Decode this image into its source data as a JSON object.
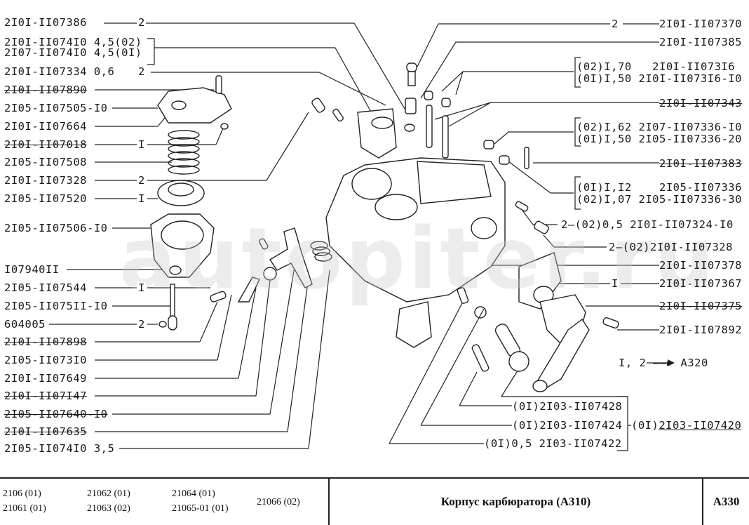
{
  "diagram": {
    "watermark": "autopiter.ru",
    "left_labels": [
      {
        "text": "2I0I-II07386",
        "qty": "2",
        "struck": false
      },
      {
        "text": "2I0I-II074I0 4,5(02)",
        "qty": "",
        "struck": false
      },
      {
        "text": "2I07-II074I0 4,5(0I)",
        "qty": "",
        "struck": false
      },
      {
        "text": "2I0I-II07334 0,6",
        "qty": "2",
        "struck": false
      },
      {
        "text": "2I0I-II07890",
        "qty": "",
        "struck": true
      },
      {
        "text": "2I05-II07505-I0",
        "qty": "",
        "struck": false
      },
      {
        "text": "2I0I-II07664",
        "qty": "",
        "struck": false
      },
      {
        "text": "2I0I-II07018",
        "qty": "I",
        "struck": true
      },
      {
        "text": "2I05-II07508",
        "qty": "",
        "struck": false
      },
      {
        "text": "2I0I-II07328",
        "qty": "2",
        "struck": false
      },
      {
        "text": "2I05-II07520",
        "qty": "I",
        "struck": false
      },
      {
        "text": "2I05-II07506-I0",
        "qty": "",
        "struck": false
      },
      {
        "text": "I07940II",
        "qty": "",
        "struck": false
      },
      {
        "text": "2I05-II07544",
        "qty": "I",
        "struck": false
      },
      {
        "text": "2I05-II075II-I0",
        "qty": "",
        "struck": false
      },
      {
        "text": "604005",
        "qty": "2",
        "struck": false
      },
      {
        "text": "2I0I-II07898",
        "qty": "",
        "struck": true
      },
      {
        "text": "2I05-II073I0",
        "qty": "",
        "struck": false
      },
      {
        "text": "2I0I-II07649",
        "qty": "",
        "struck": false
      },
      {
        "text": "2I0I-II07I47",
        "qty": "",
        "struck": true
      },
      {
        "text": "2I05-II07640-I0",
        "qty": "",
        "struck": true
      },
      {
        "text": "2I0I-II07635",
        "qty": "",
        "struck": true
      },
      {
        "text": "2I05-II074I0 3,5",
        "qty": "",
        "struck": false
      }
    ],
    "right_labels": [
      {
        "text": "2I0I-II07370",
        "qty": "2",
        "struck": false
      },
      {
        "text": "2I0I-II07385",
        "qty": "",
        "struck": false
      },
      {
        "text": "(02)I,70   2I0I-II073I6",
        "qty": "",
        "struck": false
      },
      {
        "text": "(0I)I,50 2I0I-II073I6-I0",
        "qty": "",
        "struck": false
      },
      {
        "text": "2I0I-II07343",
        "qty": "",
        "struck": true
      },
      {
        "text": "(02)I,62 2I07-II07336-I0",
        "qty": "",
        "struck": false
      },
      {
        "text": "(0I)I,50 2I05-II07336-20",
        "qty": "",
        "struck": false
      },
      {
        "text": "2I0I-II07383",
        "qty": "",
        "struck": true
      },
      {
        "text": "(0I)I,I2    2I05-II07336",
        "qty": "",
        "struck": false
      },
      {
        "text": "(02)I,07 2I05-II07336-30",
        "qty": "",
        "struck": false
      },
      {
        "text": "2—(02)0,5 2I0I-II07324-I0",
        "qty": "",
        "struck": false
      },
      {
        "text": "2—(02)2I0I-II07328",
        "qty": "",
        "struck": false
      },
      {
        "text": "2I0I-II07378",
        "qty": "",
        "struck": false
      },
      {
        "text": "2I0I-II07367",
        "qty": "I",
        "struck": false
      },
      {
        "text": "2I0I-II07375",
        "qty": "",
        "struck": true
      },
      {
        "text": "2I0I-II07892",
        "qty": "",
        "struck": false
      }
    ],
    "reference_note": "I, 2 ——► A320",
    "bottom_labels": [
      {
        "text": "(0I)2I03-II07428"
      },
      {
        "text": "(0I)2I03-II07424"
      },
      {
        "text": "(0I)0,5 2I03-II07422"
      }
    ],
    "assembly_label": {
      "prefix": "(0I)",
      "code": "2I03-II07420"
    }
  },
  "footer": {
    "models": [
      "2106 (01)",
      "21061 (01)",
      "21062 (01)",
      "21063 (02)",
      "21064 (01)",
      "21065-01 (01)",
      "21066 (02)"
    ],
    "title": "Корпус карбюратора (А310)",
    "code": "А330"
  }
}
